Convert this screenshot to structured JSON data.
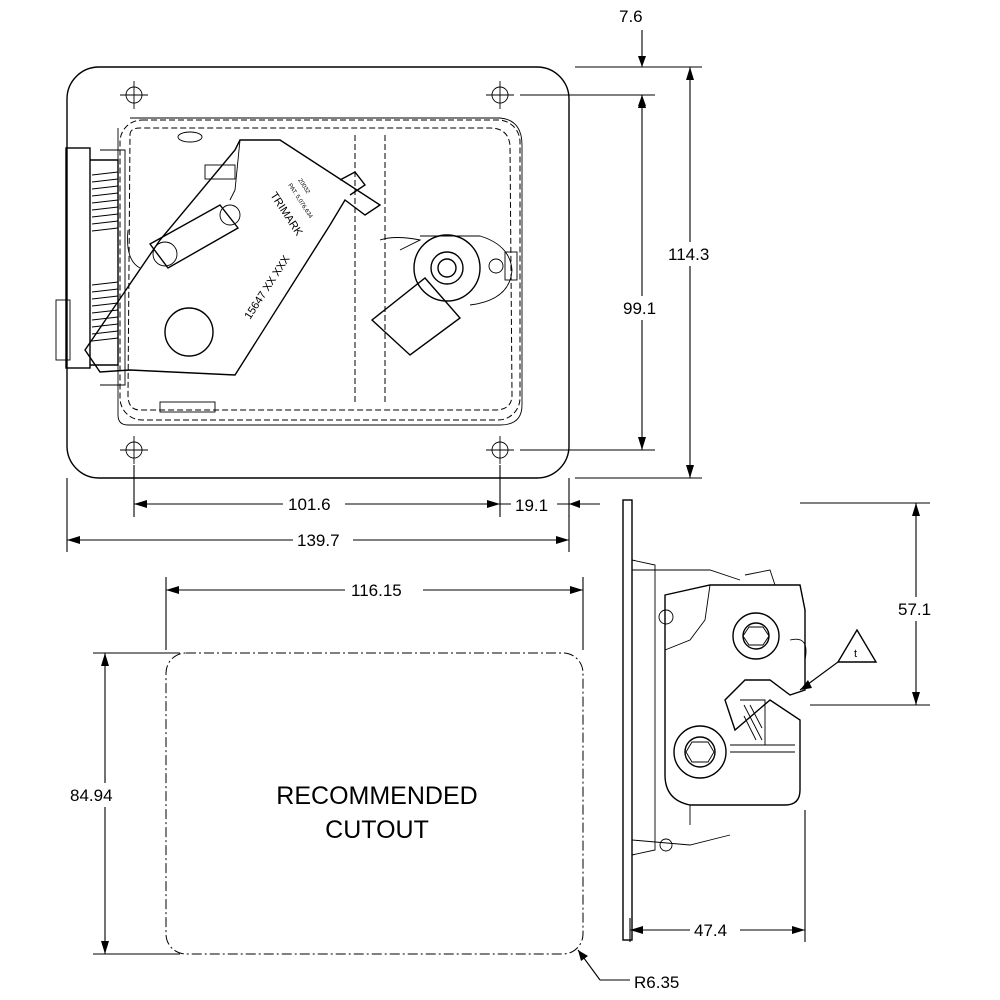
{
  "dimensions": {
    "edge_offset": "7.6",
    "overall_height": "114.3",
    "hole_spacing_vertical": "99.1",
    "hole_spacing_horizontal": "101.6",
    "hole_edge_distance": "19.1",
    "overall_width": "139.7",
    "cutout_width": "116.15",
    "cutout_height": "84.94",
    "corner_radius": "R6.35",
    "side_height": "57.1",
    "side_depth": "47.4"
  },
  "cutout": {
    "line1": "RECOMMENDED",
    "line2": "CUTOUT"
  },
  "part_marking": {
    "brand": "TRIMARK",
    "pat_line": "PAT. 5,076,634",
    "code": "20032",
    "number": "15647 XX XXX"
  },
  "callout_symbol": "t"
}
